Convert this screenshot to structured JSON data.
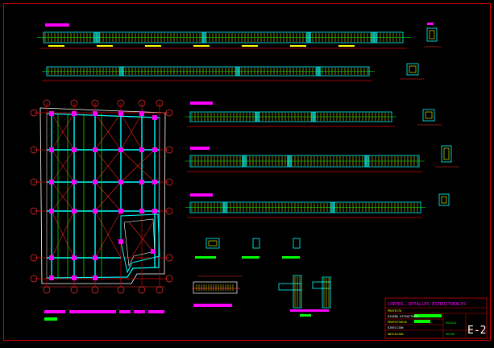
{
  "drawing": {
    "background": "#000000",
    "colors": {
      "frame": "#d40000",
      "rebar": "#00ffff",
      "ties": "#ffff00",
      "green": "#00ff00",
      "magenta": "#ff00ff",
      "white": "#ffffff",
      "dimension": "#ff3030"
    }
  },
  "title_block": {
    "heading": "CORTES, DETALLES ESTRUCTURALES",
    "rows": [
      "PROYECTO",
      "DISEÑO ESTRUCTURAL",
      "PROPIETARIO",
      "DIRECCION",
      "UBICACION",
      "ESCALA",
      "FECHA"
    ],
    "sheet_number": "E-2"
  }
}
